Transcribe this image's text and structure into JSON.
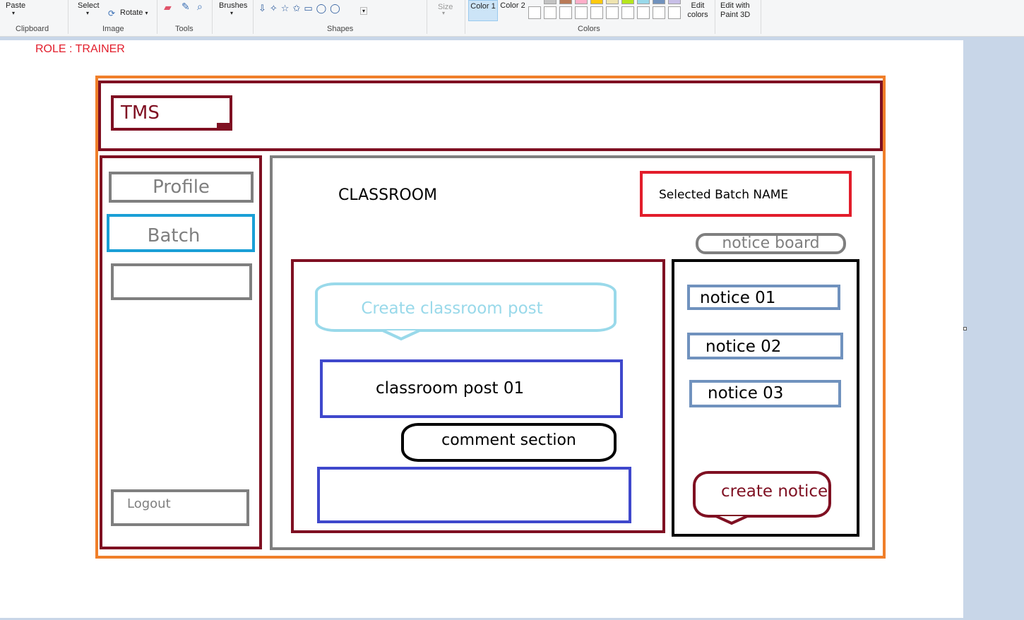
{
  "ribbon": {
    "clipboard": {
      "paste": "Paste",
      "label": "Clipboard"
    },
    "image": {
      "select": "Select",
      "rotate": "Rotate",
      "label": "Image"
    },
    "tools": {
      "label": "Tools"
    },
    "brushes": {
      "label": "Brushes"
    },
    "shapes": {
      "label": "Shapes"
    },
    "size": {
      "label": "Size"
    },
    "colors": {
      "color1": "Color 1",
      "color2": "Color 2",
      "edit": "Edit colors",
      "label": "Colors",
      "palette": [
        "#c3c3c3",
        "#b97a57",
        "#ffaec9",
        "#ffc90e",
        "#efe4b0",
        "#b5e61d",
        "#99d9ea",
        "#7092be",
        "#c8bfe7"
      ]
    },
    "paint3d": "Edit with Paint 3D"
  },
  "mockup": {
    "role": "ROLE : TRAINER",
    "logo": "TMS",
    "sidebar": {
      "profile": "Profile",
      "batch": "Batch",
      "empty": "",
      "logout": "Logout"
    },
    "main": {
      "title": "CLASSROOM",
      "selected_batch": "Selected Batch NAME",
      "notice_board": "notice board",
      "create_post": "Create classroom post",
      "post": "classroom post 01",
      "comment": "comment section",
      "notices": [
        "notice 01",
        "notice 02",
        "notice 03"
      ],
      "create_notice": "create notice"
    }
  },
  "colors": {
    "orange": "#f07f2a",
    "maroon": "#7f1022",
    "gray": "#7f7f7f",
    "blue_active": "#1a9fd6",
    "red": "#e21d2b",
    "indigo": "#3f48cc",
    "light_blue": "#99d9ea",
    "steel_blue": "#7092be"
  }
}
